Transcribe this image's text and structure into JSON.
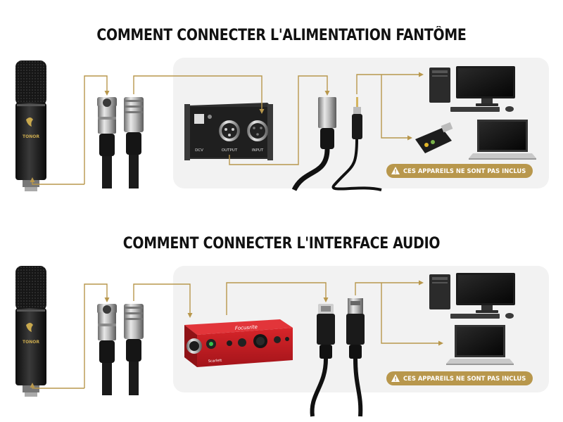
{
  "titles": {
    "phantom": "COMMENT CONNECTER L'ALIMENTATION FANTÔME",
    "interface": "COMMENT CONNECTER L'INTERFACE AUDIO"
  },
  "notices": {
    "phantom": "CES APPAREILS NE SONT PAS INCLUS",
    "interface": "CES APPAREILS NE SONT PAS INCLUS"
  },
  "mic": {
    "brand": "TONOR"
  },
  "phantom_box": {
    "port_dcv": "DCV",
    "port_output": "OUTPUT",
    "port_input": "INPUT"
  },
  "audio_interface": {
    "brand": "Focusrite",
    "model": "Scarlett"
  },
  "colors": {
    "connector_line": "#b8974c",
    "badge": "#b8974c",
    "panel": "#f2f2f2",
    "interface_red": "#c8191e"
  },
  "icons": [
    "microphone-icon",
    "xlr-female-connector",
    "xlr-male-connector",
    "phantom-power-box",
    "xlr-cable",
    "jack-3-5mm-cable",
    "desktop-computer-icon",
    "usb-sound-card-icon",
    "laptop-icon",
    "audio-interface-device",
    "usb-b-connector",
    "usb-a-connector",
    "warning-icon"
  ]
}
